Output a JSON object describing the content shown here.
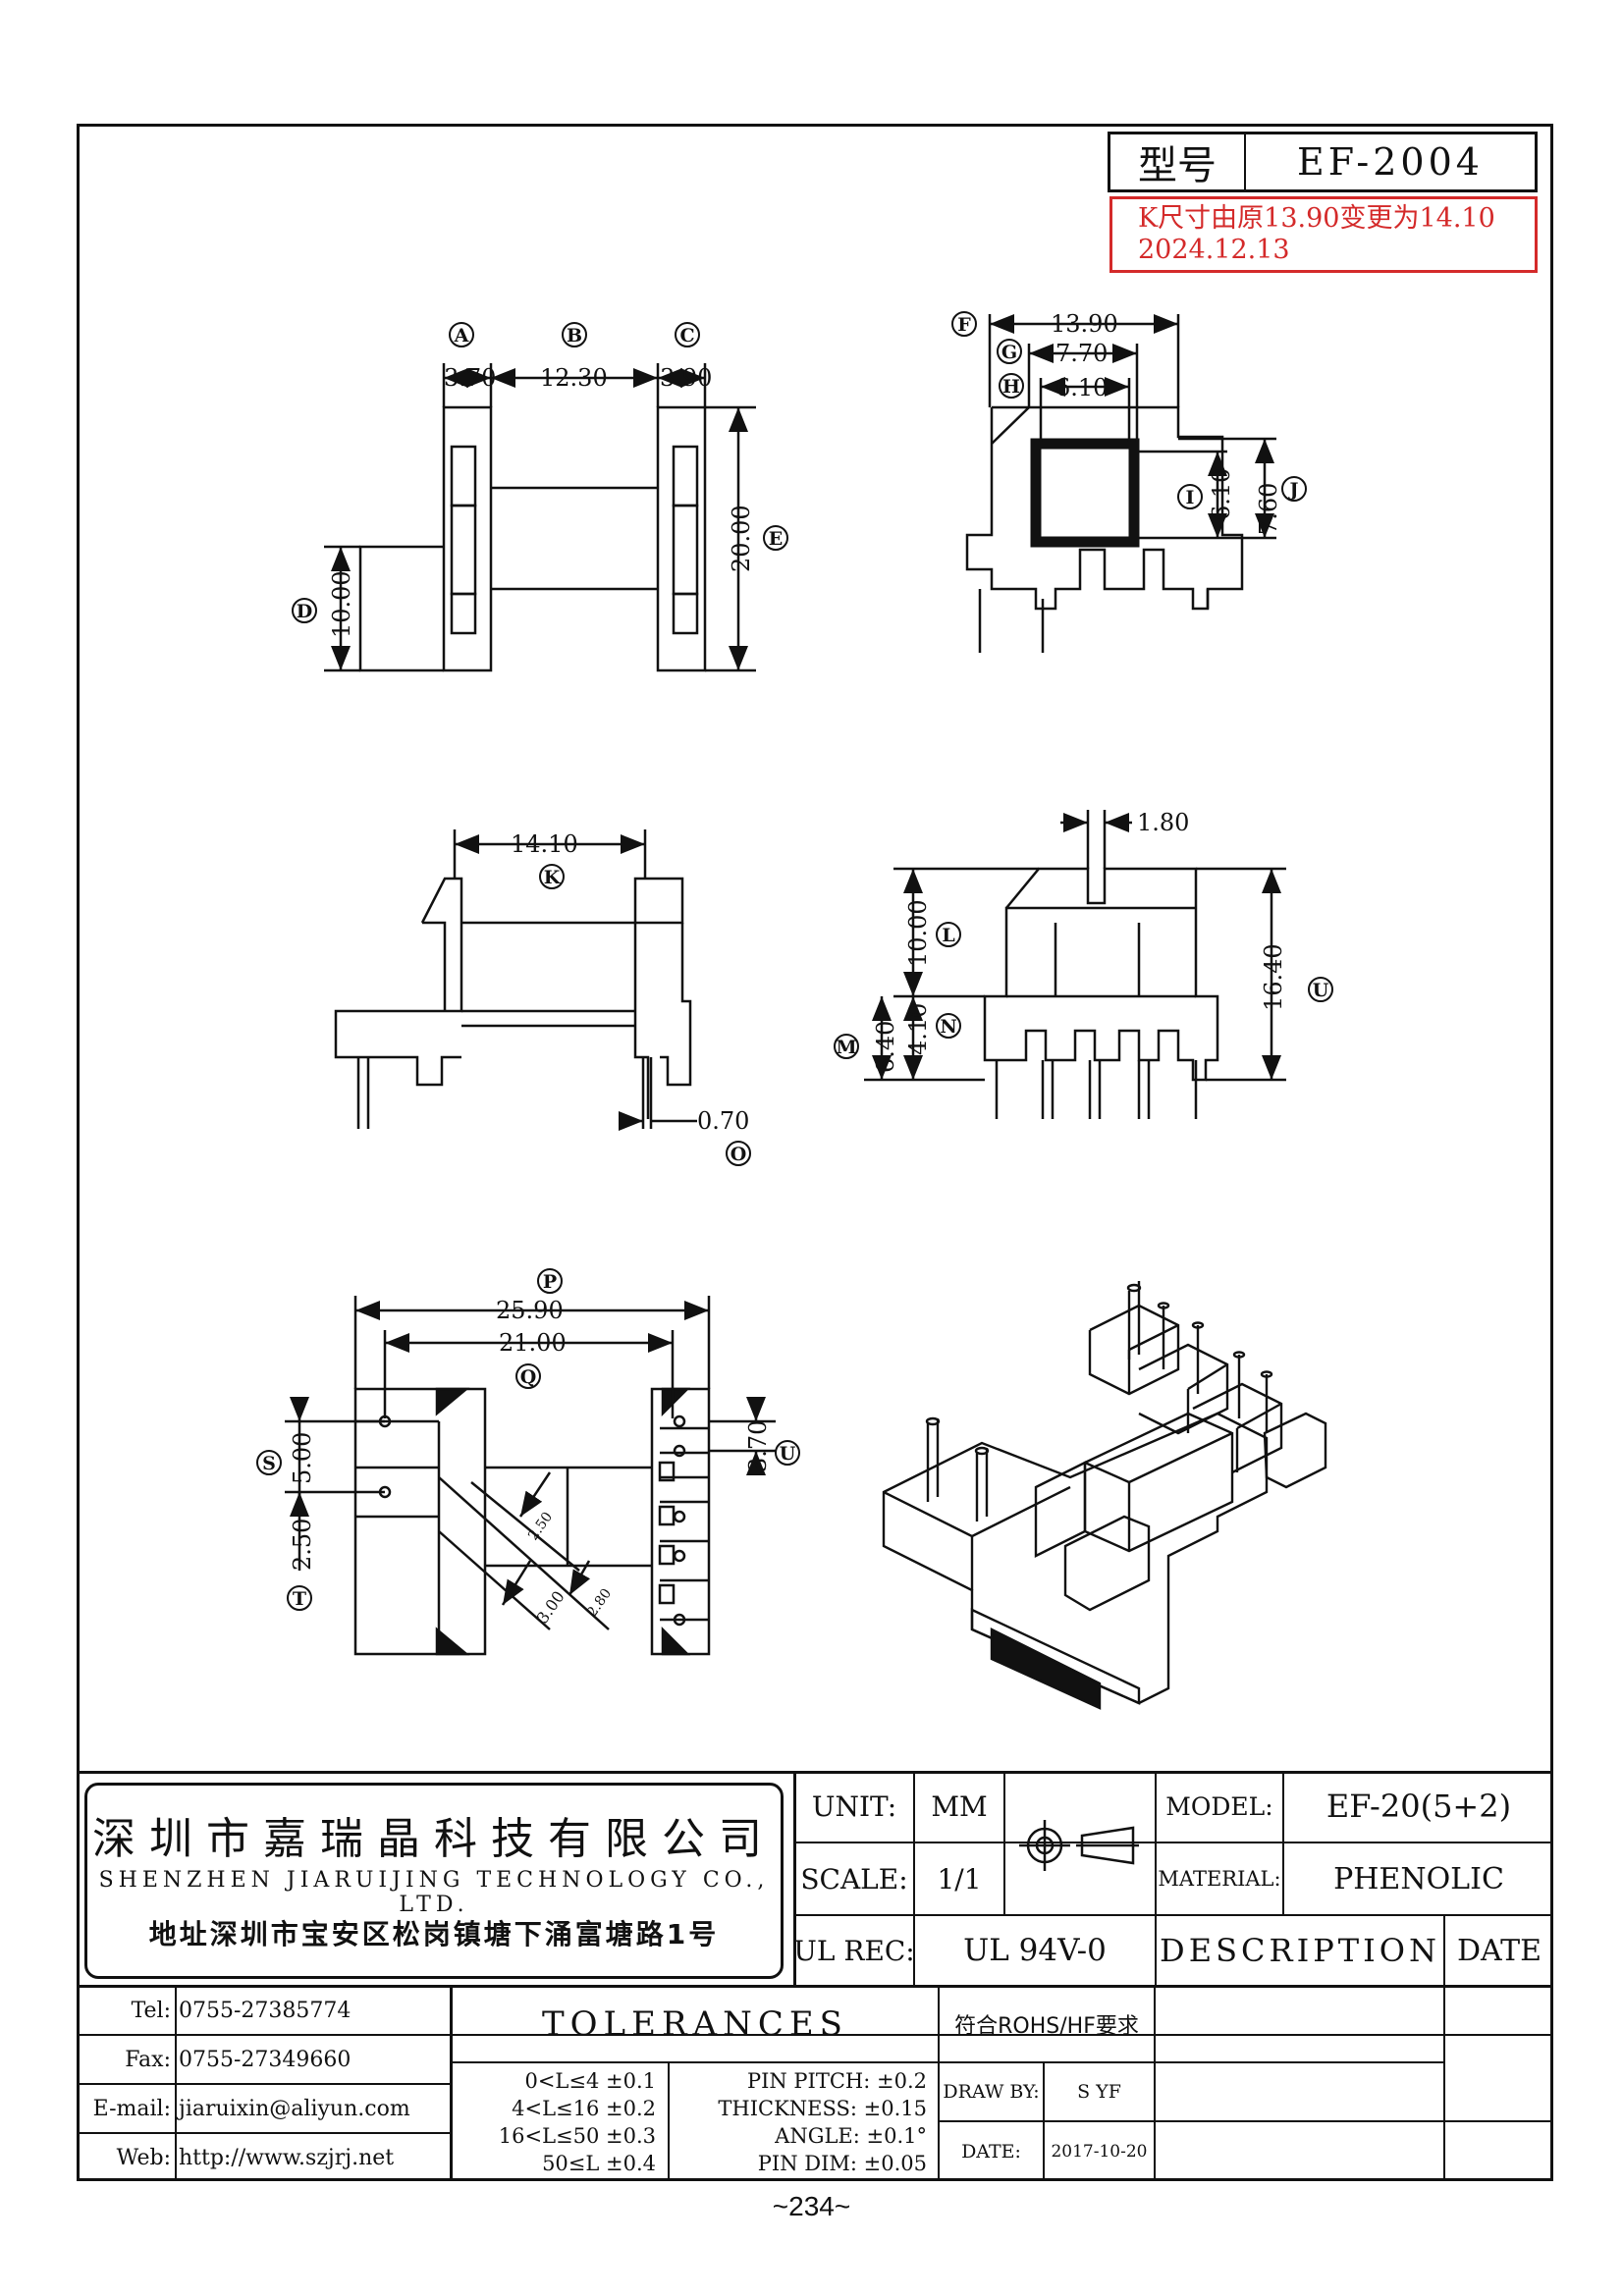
{
  "header": {
    "model_label": "型号",
    "model_value": "EF-2004",
    "revision_note_line1": "K尺寸由原13.90变更为14.10",
    "revision_note_line2": "2024.12.13"
  },
  "dimensions": {
    "top_left": {
      "A": "3.70",
      "B": "12.30",
      "C": "3.90",
      "D": "10.00",
      "E": "20.00"
    },
    "top_right": {
      "F": "13.90",
      "G": "7.70",
      "H": "6.10",
      "I": "6.10",
      "J": "7.60"
    },
    "mid_left": {
      "K": "14.10",
      "O": "0.70"
    },
    "mid_right": {
      "pin": "1.80",
      "L": "10.00",
      "N": "4.10",
      "M": "6.40",
      "U": "16.40"
    },
    "bottom_left": {
      "P": "25.90",
      "Q": "21.00",
      "S": "5.00",
      "T": "2.50",
      "U": "3.70",
      "slot1": "2.50",
      "slot2": "3.00",
      "slot3": "2.80"
    }
  },
  "labels": [
    "A",
    "B",
    "C",
    "D",
    "E",
    "F",
    "G",
    "H",
    "I",
    "J",
    "K",
    "L",
    "M",
    "N",
    "O",
    "P",
    "Q",
    "S",
    "T",
    "U"
  ],
  "title_block": {
    "company_cn": "深圳市嘉瑞晶科技有限公司",
    "company_en": "SHENZHEN JIARUIJING TECHNOLOGY CO., LTD.",
    "address": "地址深圳市宝安区松岗镇塘下涌富塘路1号",
    "unit_label": "UNIT:",
    "unit_value": "MM",
    "scale_label": "SCALE:",
    "scale_value": "1/1",
    "model_label": "MODEL:",
    "model_value": "EF-20(5+2)",
    "material_label": "MATERIAL:",
    "material_value": "PHENOLIC",
    "ul_label": "UL REC:",
    "ul_value": "UL 94V-0",
    "description_label": "DESCRIPTION",
    "date_label": "DATE",
    "tel_label": "Tel:",
    "tel_value": "0755-27385774",
    "fax_label": "Fax:",
    "fax_value": "0755-27349660",
    "email_label": "E-mail:",
    "email_value": "jiaruixin@aliyun.com",
    "web_label": "Web:",
    "web_value": "http://www.szjrj.net",
    "tolerances_label": "TOLERANCES",
    "tol_lines": [
      "0<L≤4  ±0.1",
      "4<L≤16  ±0.2",
      "16<L≤50  ±0.3",
      "50≤L  ±0.4"
    ],
    "pin_lines": [
      "PIN PITCH: ±0.2",
      "THICKNESS: ±0.15",
      "ANGLE: ±0.1°",
      "PIN DIM: ±0.05"
    ],
    "rohs": "符合ROHS/HF要求",
    "draw_by_label": "DRAW BY:",
    "draw_by_value": "S YF",
    "date2_label": "DATE:",
    "date2_value": "2017-10-20"
  },
  "page_number": "~234~"
}
